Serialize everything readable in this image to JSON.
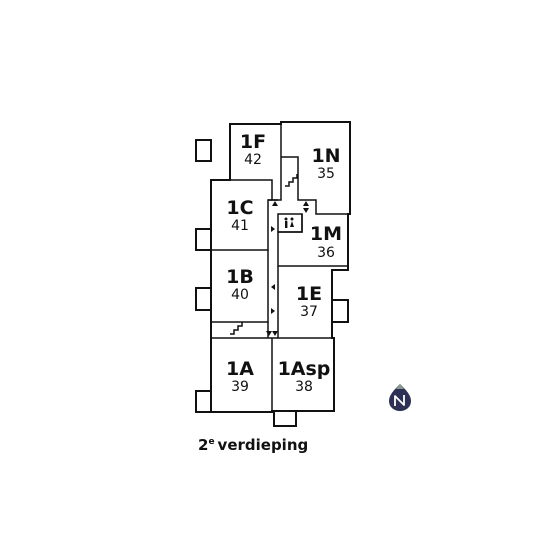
{
  "floor": {
    "number": "2",
    "suffix": "e",
    "label": "verdieping"
  },
  "rooms": [
    {
      "code": "1F",
      "number": "42"
    },
    {
      "code": "1N",
      "number": "35"
    },
    {
      "code": "1C",
      "number": "41"
    },
    {
      "code": "1M",
      "number": "36"
    },
    {
      "code": "1B",
      "number": "40"
    },
    {
      "code": "1E",
      "number": "37"
    },
    {
      "code": "1A",
      "number": "39"
    },
    {
      "code": "1Asp",
      "number": "38"
    }
  ],
  "icons": [
    "stairs-icon",
    "toilet-icon",
    "arrow-icon",
    "compass-logo-icon"
  ],
  "colors": {
    "line": "#111111",
    "background": "#ffffff",
    "logo": "#2d2f55",
    "logo_tip": "#8a9a8a"
  }
}
